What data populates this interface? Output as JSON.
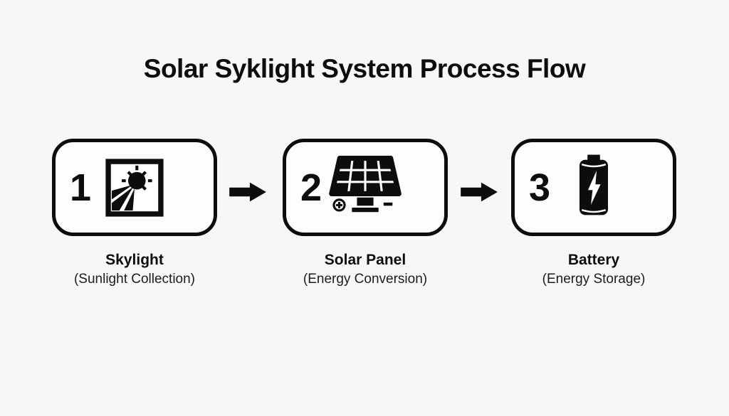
{
  "title": "Solar Syklight System Process Flow",
  "colors": {
    "background": "#f7f7f6",
    "box_fill": "#fdfdfd",
    "ink": "#0d0d0d"
  },
  "steps": [
    {
      "number": "1",
      "icon": "skylight-sun-icon",
      "label": "Skylight",
      "sublabel": "(Sunlight Collection)"
    },
    {
      "number": "2",
      "icon": "solar-panel-icon",
      "label": "Solar Panel",
      "sublabel": "(Energy Conversion)"
    },
    {
      "number": "3",
      "icon": "battery-charging-icon",
      "label": "Battery",
      "sublabel": "(Energy Storage)"
    }
  ],
  "arrows": [
    {
      "icon": "arrow-right-icon"
    },
    {
      "icon": "arrow-right-icon"
    }
  ]
}
